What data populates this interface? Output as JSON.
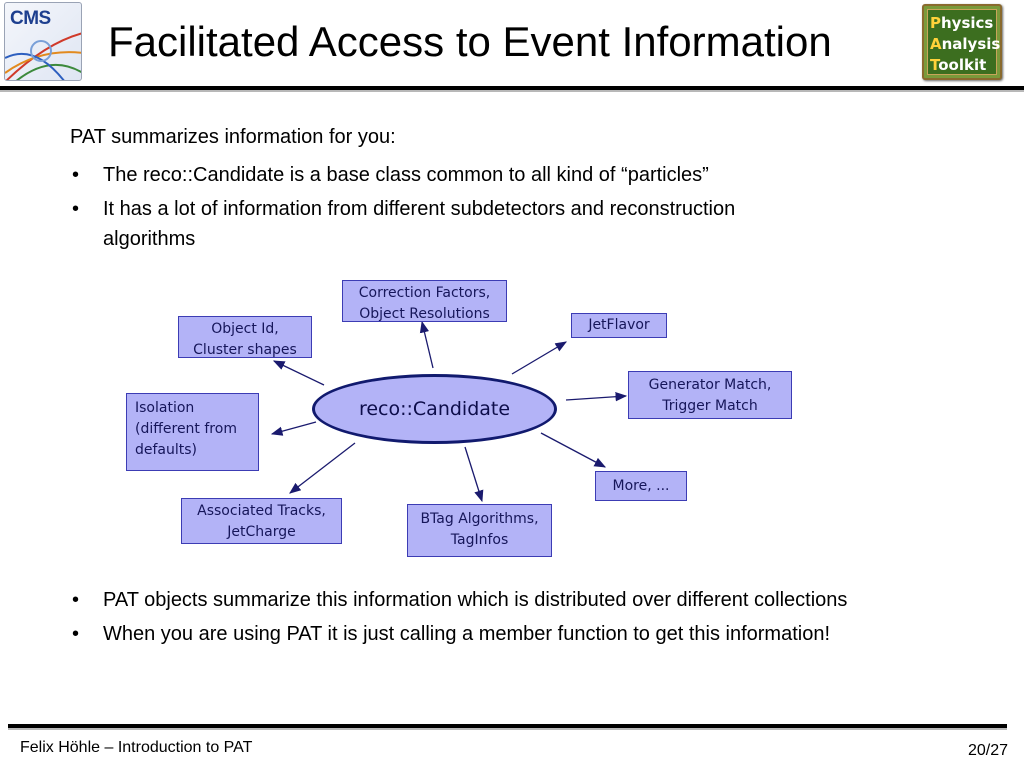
{
  "header": {
    "title": "Facilitated Access to Event Information",
    "logo_left_text": "CMS",
    "logo_right_lines": [
      {
        "cap": "P",
        "rest": "hysics"
      },
      {
        "cap": "A",
        "rest": "nalysis"
      },
      {
        "cap": "T",
        "rest": "oolkit"
      }
    ]
  },
  "intro": "PAT summarizes information for you:",
  "bullet_char": "•",
  "bullets_top": [
    "The reco::Candidate is a base class common to all kind of “particles”",
    "It has a lot of information from different subdetectors and reconstruction algorithms"
  ],
  "diagram": {
    "center": "reco::Candidate",
    "nodes": {
      "correction": "Correction Factors,\nObject Resolutions",
      "objectid": "Object Id,\nCluster shapes",
      "jetflavor": "JetFlavor",
      "generator": "Generator Match,\nTrigger Match",
      "isolation": "Isolation\n(different from\n defaults)",
      "more": "More, ...",
      "tracks": "Associated Tracks,\nJetCharge",
      "btag": "BTag Algorithms,\nTagInfos"
    },
    "colors": {
      "node_fill": "#b3b3f7",
      "node_border": "#3c3cb4",
      "arrow": "#1a1a6e"
    }
  },
  "bullets_bottom": [
    "PAT objects summarize this information which is distributed over different collections",
    "When you are using PAT it is just calling a member function to get this information!"
  ],
  "footer": {
    "author": "Felix Höhle – Introduction to PAT",
    "page": "20/27"
  }
}
